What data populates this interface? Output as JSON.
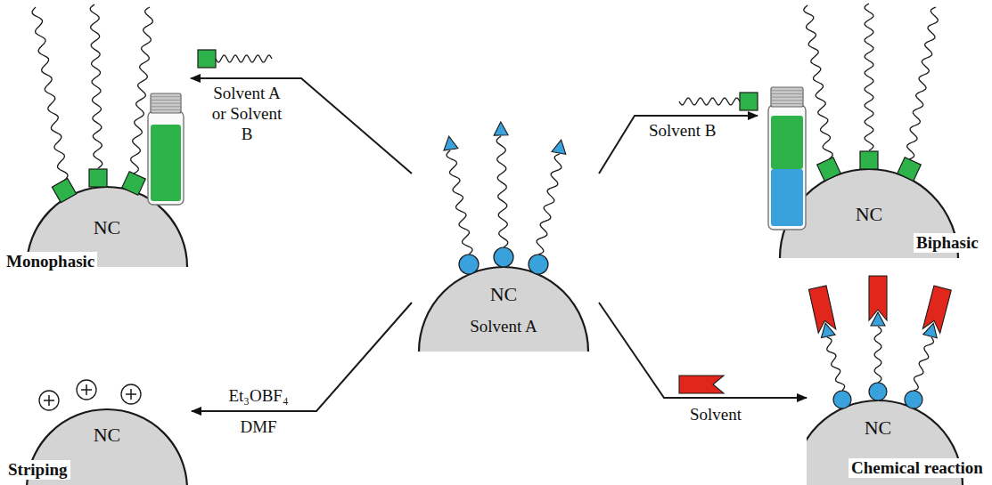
{
  "diagram": {
    "nodes": [
      {
        "text": [
          "NC",
          "Monophasic"
        ]
      },
      {
        "text": [
          "NC",
          "Biphasic"
        ]
      },
      {
        "text": [
          "NC",
          "Solvent A"
        ]
      },
      {
        "text": [
          "NC",
          "Striping"
        ]
      },
      {
        "text": [
          "NC",
          "Chemical reaction"
        ]
      }
    ],
    "edges": [
      {
        "from": 2,
        "to": 0,
        "arrow": "to",
        "label": "Solvent A or Solvent B"
      },
      {
        "from": 2,
        "to": 1,
        "arrow": "to",
        "label": "Solvent B"
      },
      {
        "from": 2,
        "to": 3,
        "arrow": "to",
        "label": "Et₃OBF₄"
      },
      {
        "from": 2,
        "to": 4,
        "arrow": "to",
        "label": "Solvent"
      }
    ],
    "labels": [
      "DMF"
    ]
  }
}
